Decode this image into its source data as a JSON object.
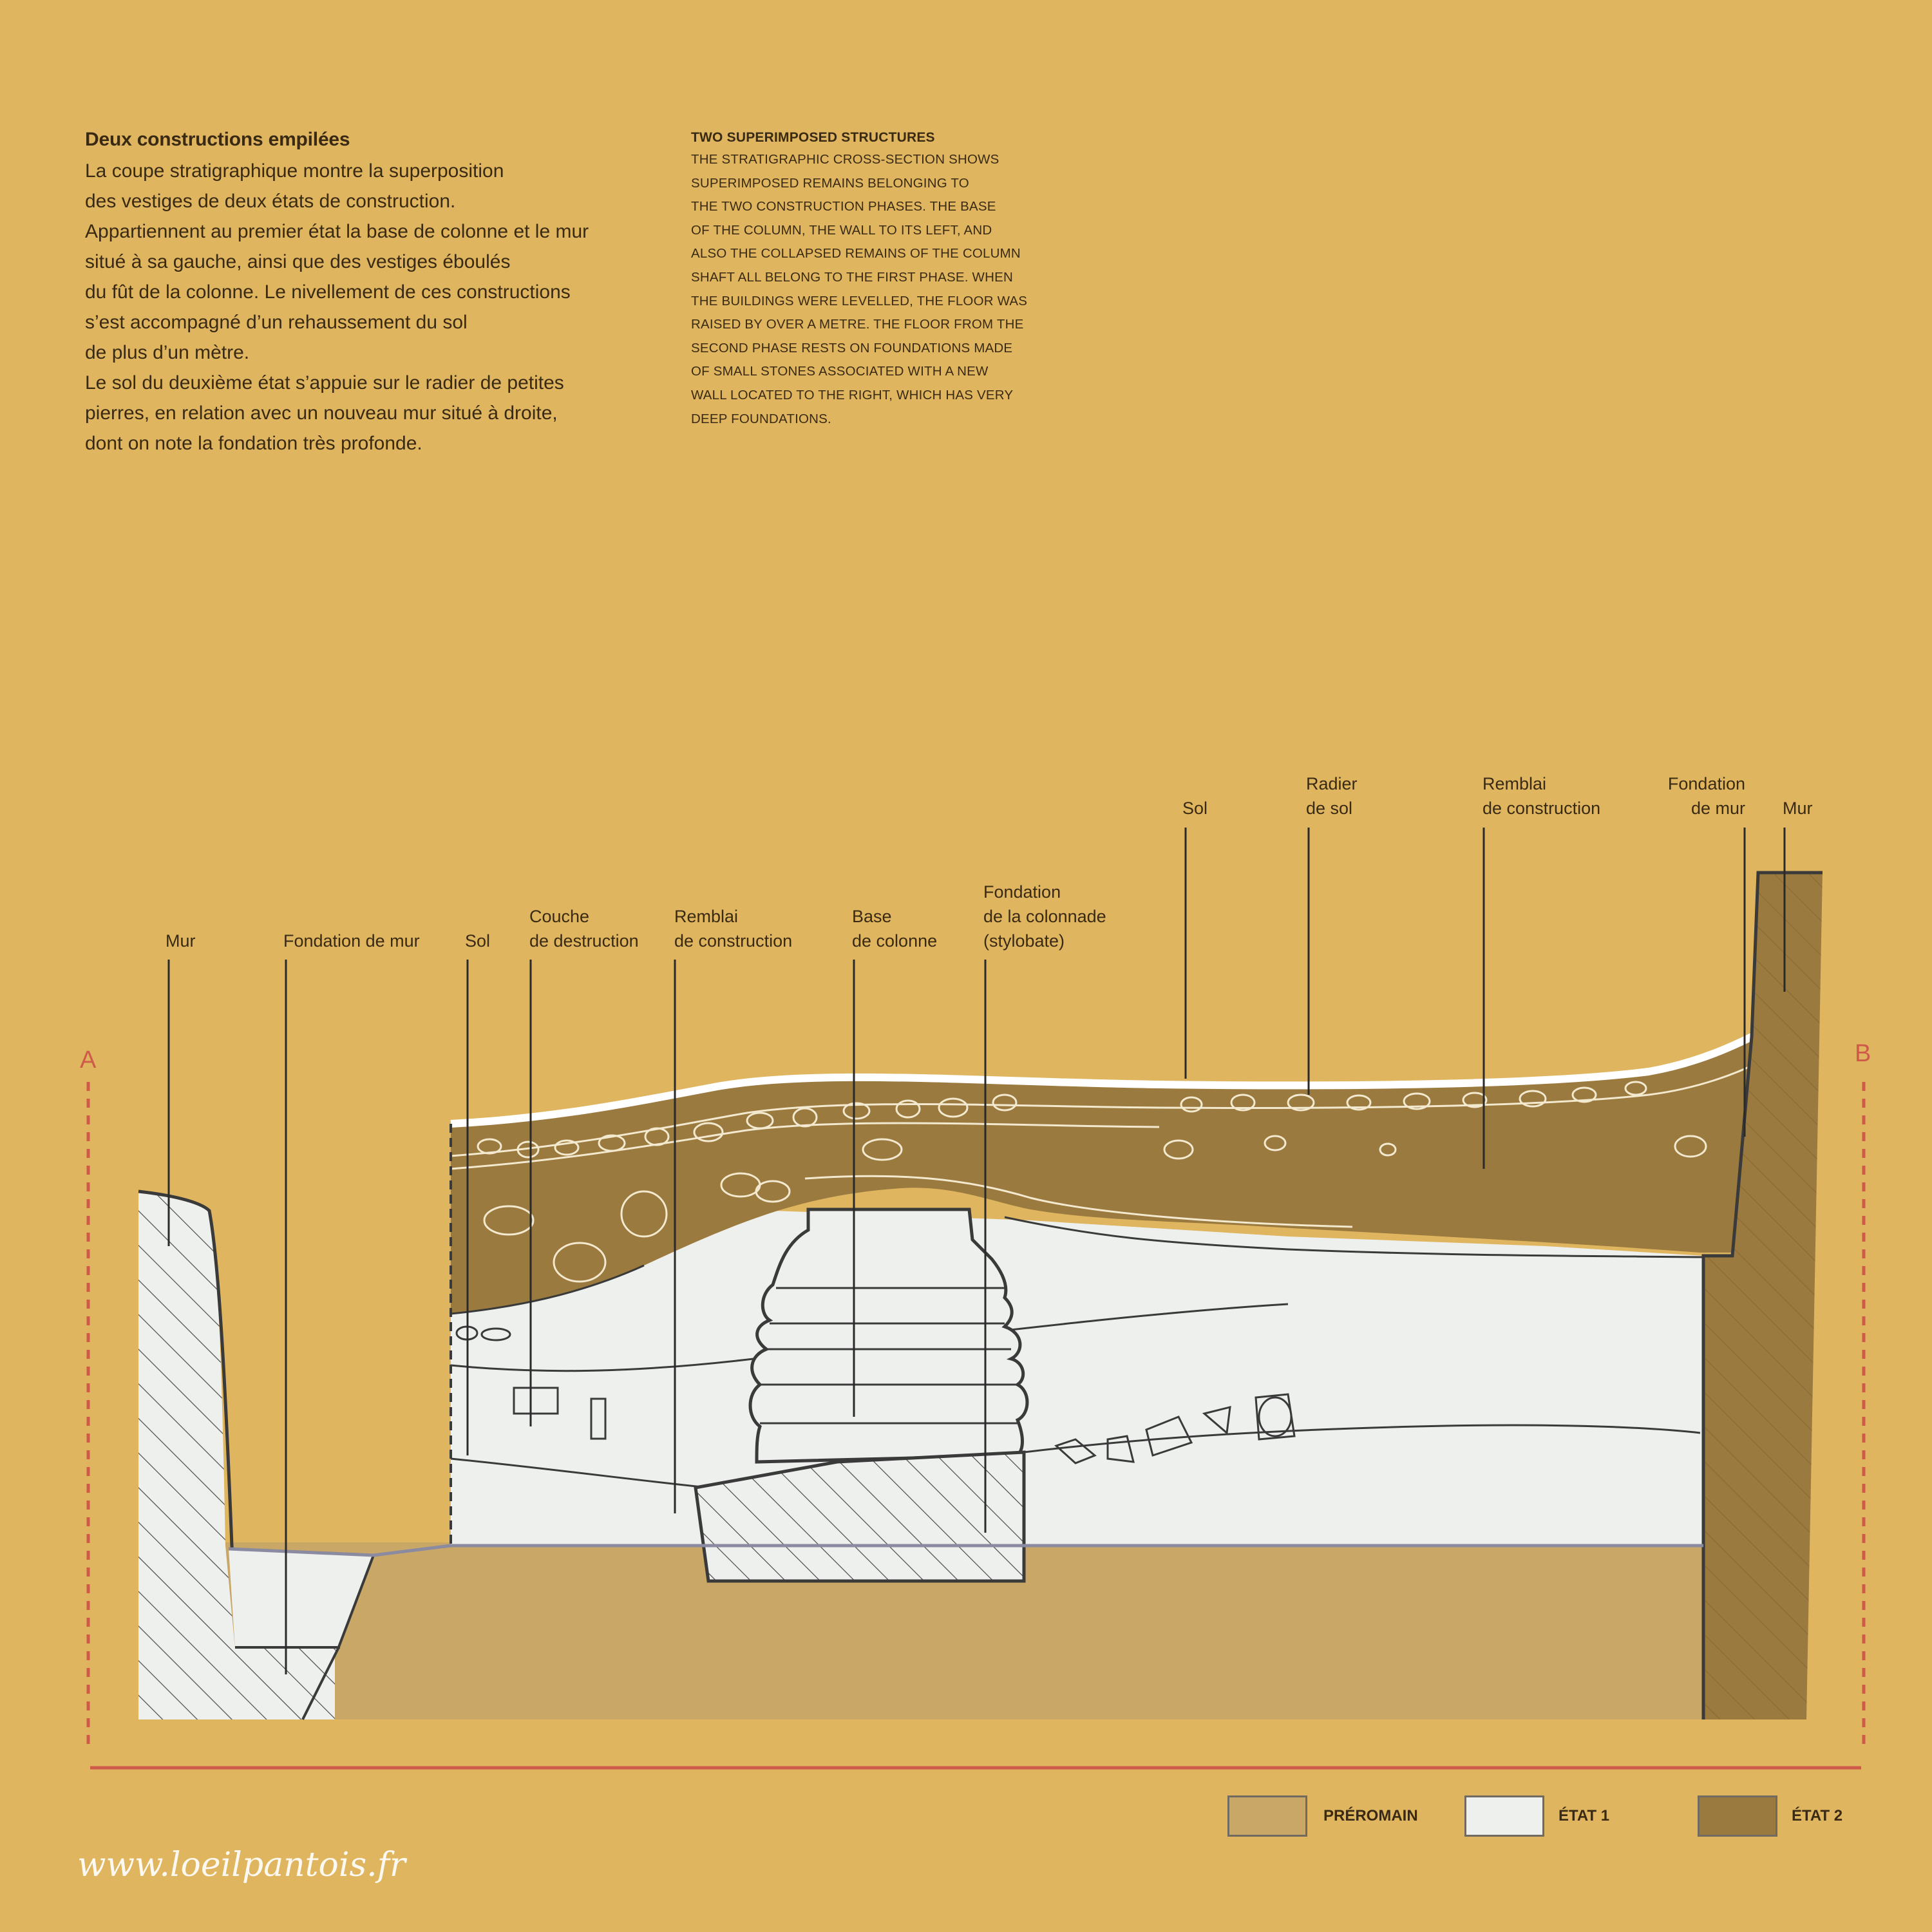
{
  "text_fr": {
    "title": "Deux constructions empilées",
    "lines": [
      "La coupe stratigraphique montre la superposition",
      "des vestiges de deux états de construction.",
      "Appartiennent au premier état la base de colonne et le mur",
      "situé à sa gauche, ainsi que des vestiges éboulés",
      "du fût de la colonne. Le nivellement de ces constructions",
      "s’est accompagné d’un rehaussement du sol",
      "de plus d’un mètre.",
      "Le sol du deuxième état s’appuie sur le radier de petites",
      "pierres, en relation avec un nouveau mur situé à droite,",
      "dont on note la fondation très profonde."
    ]
  },
  "text_en": {
    "title": "TWO SUPERIMPOSED STRUCTURES",
    "lines": [
      "THE STRATIGRAPHIC CROSS-SECTION SHOWS",
      "SUPERIMPOSED REMAINS BELONGING TO",
      "THE TWO CONSTRUCTION PHASES. THE BASE",
      "OF THE COLUMN, THE WALL TO ITS LEFT, AND",
      "ALSO THE COLLAPSED REMAINS OF THE COLUMN",
      "SHAFT ALL BELONG TO THE FIRST PHASE. WHEN",
      "THE BUILDINGS WERE LEVELLED, THE FLOOR WAS",
      "RAISED BY OVER A METRE. THE FLOOR FROM THE",
      "SECOND PHASE RESTS ON FOUNDATIONS MADE",
      "OF SMALL STONES ASSOCIATED WITH A NEW",
      "WALL LOCATED TO THE RIGHT, WHICH HAS VERY",
      "DEEP FOUNDATIONS."
    ]
  },
  "labels": {
    "mur_left": "Mur",
    "fondation_mur_left": "Fondation de mur",
    "sol_left": "Sol",
    "couche_destruction": [
      "Couche",
      "de destruction"
    ],
    "remblai_left": [
      "Remblai",
      "de construction"
    ],
    "base_colonne": [
      "Base",
      "de colonne"
    ],
    "fondation_colonnade": [
      "Fondation",
      "de la colonnade",
      "(stylobate)"
    ],
    "sol_right": "Sol",
    "radier": [
      "Radier",
      "de sol"
    ],
    "remblai_right": [
      "Remblai",
      "de construction"
    ],
    "fondation_mur_right": [
      "Fondation",
      "de mur"
    ],
    "mur_right": "Mur",
    "end_a": "A",
    "end_b": "B"
  },
  "legend": [
    {
      "label": "PRÉROMAIN",
      "color": "#c9a766"
    },
    {
      "label": "ÉTAT 1",
      "color": "#eef0ee"
    },
    {
      "label": "ÉTAT 2",
      "color": "#9b7a3f"
    }
  ],
  "colors": {
    "background": "#dfb65f",
    "preromain": "#c9a766",
    "etat1": "#eef0ee",
    "etat2": "#9b7a3f",
    "line": "#3a3a3a",
    "section_marker": "#cf5a4a"
  },
  "watermark": "www.loeilpantois.fr"
}
